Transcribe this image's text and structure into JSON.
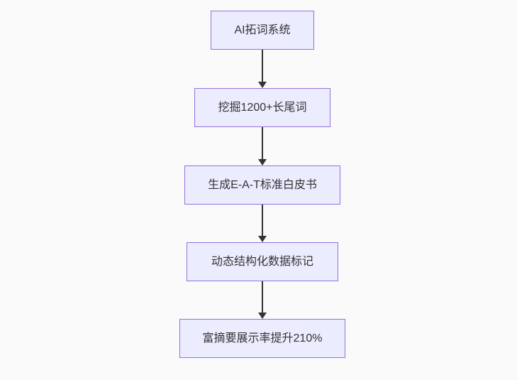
{
  "diagram": {
    "type": "flowchart",
    "direction": "top-down",
    "colors": {
      "background": "#fafafa",
      "node_fill": "#ECECFF",
      "node_border": "#9370DB",
      "text": "#333333",
      "arrow": "#333333"
    },
    "nodes": [
      {
        "id": "A",
        "label": "AI拓词系统"
      },
      {
        "id": "B",
        "label": "挖掘1200+长尾词"
      },
      {
        "id": "C",
        "label": "生成E-A-T标准白皮书"
      },
      {
        "id": "D",
        "label": "动态结构化数据标记"
      },
      {
        "id": "E",
        "label": "富摘要展示率提升210%"
      }
    ],
    "edges": [
      {
        "from": "A",
        "to": "B"
      },
      {
        "from": "B",
        "to": "C"
      },
      {
        "from": "C",
        "to": "D"
      },
      {
        "from": "D",
        "to": "E"
      }
    ]
  }
}
